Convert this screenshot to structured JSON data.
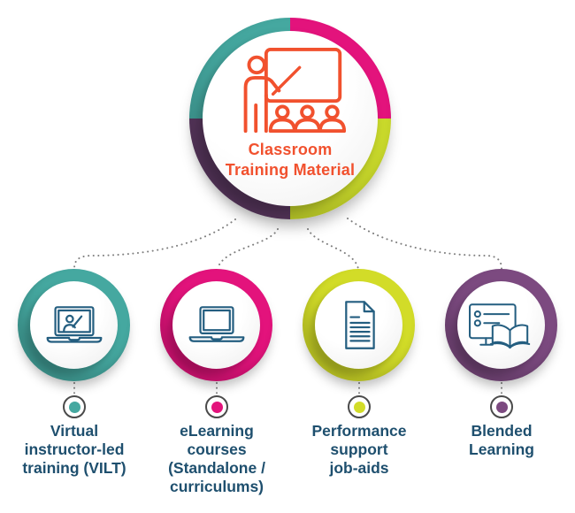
{
  "center": {
    "title": "Classroom\nTraining Material",
    "icon": "instructor-presentation-icon",
    "icon_color": "#F1512E",
    "ring_colors": {
      "top_left": "#45A8A0",
      "top_right": "#E3137C",
      "bottom_right": "#C9D92B",
      "bottom_left": "#5D3A63"
    }
  },
  "nodes": [
    {
      "label": "Virtual\ninstructor-led\ntraining (VILT)",
      "color": "#45A8A0",
      "icon": "video-call-laptop-icon"
    },
    {
      "label": "eLearning\ncourses\n(Standalone /\ncurriculums)",
      "color": "#E3137C",
      "icon": "laptop-icon"
    },
    {
      "label": "Performance\nsupport\njob-aids",
      "color": "#D2DC28",
      "icon": "document-icon"
    },
    {
      "label": "Blended\nLearning",
      "color": "#7C4A80",
      "icon": "screen-and-book-icon"
    }
  ],
  "palette": {
    "label_color": "#1E4F6E",
    "icon_stroke": "#245E80",
    "connector_color": "#7F7F7F",
    "bullet_border": "#4A4A4A"
  }
}
